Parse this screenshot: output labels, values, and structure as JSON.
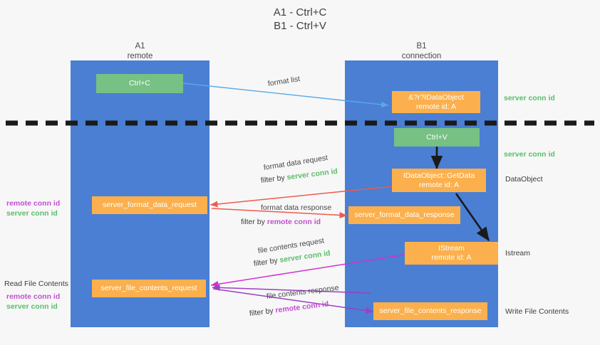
{
  "title": {
    "line1": "A1 - Ctrl+C",
    "line2": "B1 - Ctrl+V"
  },
  "colors": {
    "lane": "#4a7fd4",
    "node_orange": "#fbb04d",
    "node_green": "#76c183",
    "server_conn": "#5bbd6a",
    "remote_conn": "#c14fd0",
    "divider": "#1a1a1a",
    "arrow_blue": "#5aa9e6",
    "arrow_red": "#ef5a4c",
    "arrow_magenta": "#d42fd4",
    "arrow_purple": "#9b3fc4",
    "arrow_black": "#1a1a1a"
  },
  "lanes": [
    {
      "id": "a1",
      "name": "A1",
      "sub": "remote"
    },
    {
      "id": "b1",
      "name": "B1",
      "sub": "connection"
    }
  ],
  "nodes": [
    {
      "id": "ctrl-c",
      "line1": "Ctrl+C",
      "line2": "",
      "style": "green"
    },
    {
      "id": "idataobject-top",
      "line1": "&?r?IDataObject",
      "line2": "remote id: A",
      "style": "orange"
    },
    {
      "id": "ctrl-v",
      "line1": "Ctrl+V",
      "line2": "",
      "style": "green"
    },
    {
      "id": "idataobject-getdata",
      "line1": "IDataObject::GetData",
      "line2": "remote id: A",
      "style": "orange"
    },
    {
      "id": "server-format-data-request",
      "line1": "server_format_data_request",
      "line2": "",
      "style": "orange"
    },
    {
      "id": "server-format-data-response",
      "line1": "server_format_data_response",
      "line2": "",
      "style": "orange"
    },
    {
      "id": "istream",
      "line1": "IStream",
      "line2": "remote id: A",
      "style": "orange"
    },
    {
      "id": "server-file-contents-request",
      "line1": "server_file_contents_request",
      "line2": "",
      "style": "orange"
    },
    {
      "id": "server-file-contents-response",
      "line1": "server_file_contents_response",
      "line2": "",
      "style": "orange"
    }
  ],
  "edges": [
    {
      "id": "format-list",
      "label": "format list",
      "filter_prefix": "",
      "filter_value": "",
      "filter_kind": ""
    },
    {
      "id": "format-data-request",
      "label": "format data request",
      "filter_prefix": "filter by ",
      "filter_value": "server conn id",
      "filter_kind": "server"
    },
    {
      "id": "format-data-response",
      "label": "format data response",
      "filter_prefix": "filter by ",
      "filter_value": "remote conn id",
      "filter_kind": "remote"
    },
    {
      "id": "file-contents-request",
      "label": "file contents request",
      "filter_prefix": "filter by ",
      "filter_value": "server conn id",
      "filter_kind": "server"
    },
    {
      "id": "file-contents-response",
      "label": "file contents response",
      "filter_prefix": "filter by ",
      "filter_value": "remote conn id",
      "filter_kind": "remote"
    }
  ],
  "right_notes": [
    {
      "id": "server-conn-id-1",
      "text": "server conn id",
      "kind": "server"
    },
    {
      "id": "server-conn-id-2",
      "text": "server conn id",
      "kind": "server"
    },
    {
      "id": "dataobject",
      "text": "DataObject",
      "kind": "plain"
    },
    {
      "id": "istream-note",
      "text": "Istream",
      "kind": "plain"
    },
    {
      "id": "write-file-contents",
      "text": "Write File Contents",
      "kind": "plain"
    }
  ],
  "left_notes": [
    {
      "id": "conn-pair-1",
      "remote": "remote conn id",
      "server": "server conn id"
    },
    {
      "id": "read-file-contents",
      "text": "Read File Contents"
    },
    {
      "id": "conn-pair-2",
      "remote": "remote conn id",
      "server": "server conn id"
    }
  ]
}
